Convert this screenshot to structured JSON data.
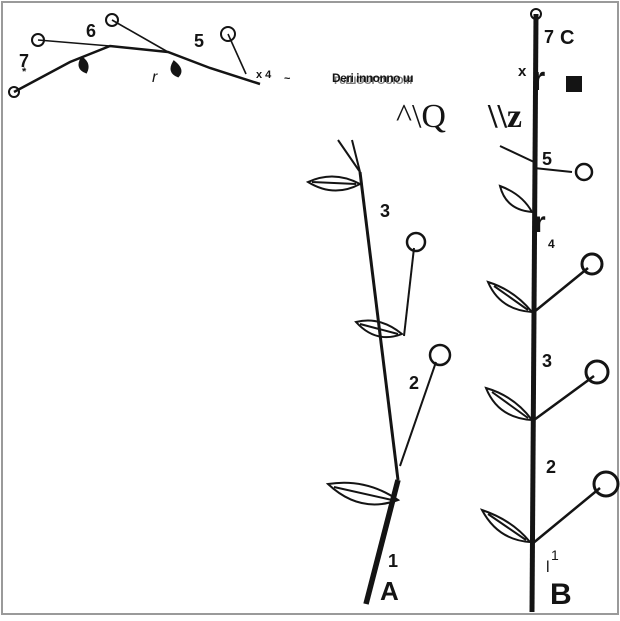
{
  "colors": {
    "ink": "#141414",
    "paper": "#ffffff",
    "frame": "#9a9a9a"
  },
  "top_sketch": {
    "nodes": [
      "7",
      "6",
      "5",
      "r",
      "x 4",
      "~",
      "*"
    ]
  },
  "fragment": {
    "caption": "Dеrі іnnоnnо ɯ",
    "caption_overprint": "ГоШОUГОUІОМ",
    "marks": [
      "x",
      "r",
      "■"
    ],
    "symbols": [
      "^\\Q",
      "\\\\z"
    ]
  },
  "stem_a": {
    "label": "A",
    "nodes": [
      "1",
      "2",
      "3"
    ]
  },
  "stem_b": {
    "label": "B",
    "nodes": [
      "1",
      "2",
      "3",
      "r",
      "4",
      "5",
      "7"
    ],
    "base_tick": "l",
    "top_glyph": "C"
  }
}
